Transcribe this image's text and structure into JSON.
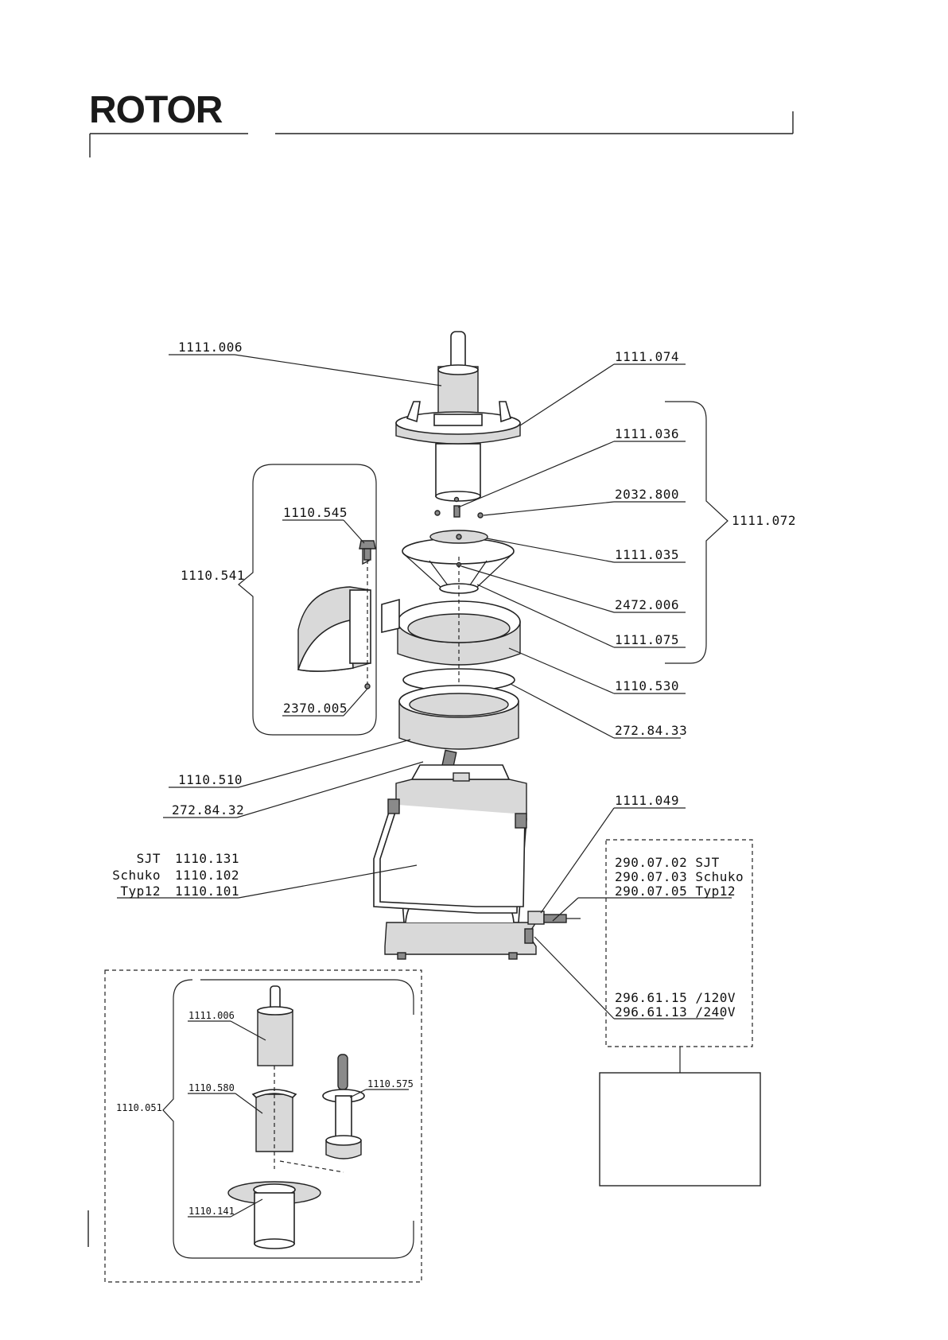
{
  "brand": "ROTOR",
  "callouts": {
    "p1111_006": "1111.006",
    "p1111_074": "1111.074",
    "p1111_036": "1111.036",
    "p2032_800": "2032.800",
    "p1111_072": "1111.072",
    "p1110_545": "1110.545",
    "p1110_541": "1110.541",
    "p1111_035": "1111.035",
    "p2472_006": "2472.006",
    "p1111_075": "1111.075",
    "p1110_530": "1110.530",
    "p2370_005": "2370.005",
    "p272_84_33": "272.84.33",
    "p1110_510": "1110.510",
    "p272_84_32": "272.84.32",
    "p1111_049": "1111.049"
  },
  "motor_variants": [
    {
      "variant": "SJT",
      "part": "1110.131"
    },
    {
      "variant": "Schuko",
      "part": "1110.102"
    },
    {
      "variant": "Typ12",
      "part": "1110.101"
    }
  ],
  "cables": [
    "290.07.02 SJT",
    "290.07.03 Schuko",
    "290.07.05 Typ12"
  ],
  "voltage_parts": [
    "296.61.15 /120V",
    "296.61.13 /240V"
  ],
  "accessory_kit": {
    "group": "1110.051",
    "items": {
      "pusher": "1111.006",
      "insert": "1110.580",
      "plunger": "1110.575",
      "lid": "1110.141"
    }
  }
}
